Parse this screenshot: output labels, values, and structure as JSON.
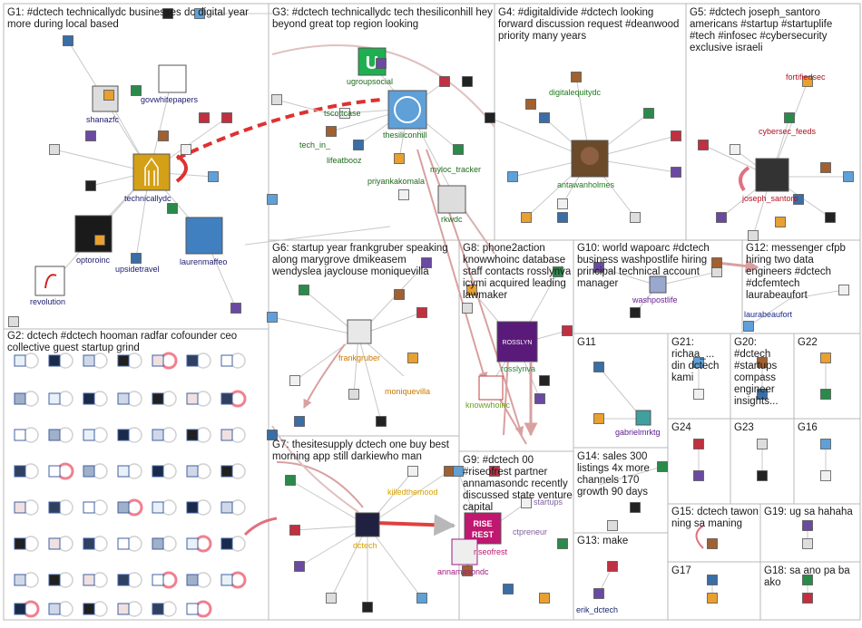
{
  "groups": [
    {
      "id": "G1",
      "label": "G1: #dctech technicallydc businesses dc digital year more during local based"
    },
    {
      "id": "G2",
      "label": "G2: dctech #dctech hooman radfar cofounder ceo collective guest startup grind"
    },
    {
      "id": "G3",
      "label": "G3: #dctech technicallydc tech thesiliconhill hey beyond great top region looking"
    },
    {
      "id": "G4",
      "label": "G4: #digitaldivide #dctech looking forward discussion request #deanwood priority many years"
    },
    {
      "id": "G5",
      "label": "G5: #dctech joseph_santoro americans #startup #startuplife #tech #infosec #cybersecurity exclusive israeli"
    },
    {
      "id": "G6",
      "label": "G6: startup year frankgruber speaking along marygrove dmikeasem wendyslea jayclouse moniquevilla"
    },
    {
      "id": "G7",
      "label": "G7: thesitesupply dctech one buy best morning app still darkiewho man"
    },
    {
      "id": "G8",
      "label": "G8: phone2action knowwhoinc database staff contacts rosslynva icymi acquired leading lawmaker"
    },
    {
      "id": "G9",
      "label": "G9: #dctech 00 #riseofrest partner annamasondc recently discussed state venture capital"
    },
    {
      "id": "G10",
      "label": "G10: world wapoarc #dctech business washpostlife hiring principal technical account manager"
    },
    {
      "id": "G11",
      "label": "G11"
    },
    {
      "id": "G12",
      "label": "G12: messenger cfpb hiring two data engineers #dctech #dcfemtech laurabeaufort"
    },
    {
      "id": "G13",
      "label": "G13: make"
    },
    {
      "id": "G14",
      "label": "G14: sales 300 listings 4x more channels 170 growth 90 days"
    },
    {
      "id": "G15",
      "label": "G15: dctech tawon ning sa maning"
    },
    {
      "id": "G16",
      "label": "G16"
    },
    {
      "id": "G17",
      "label": "G17"
    },
    {
      "id": "G18",
      "label": "G18: sa ano pa ba ako"
    },
    {
      "id": "G19",
      "label": "G19: ug sa hahaha"
    },
    {
      "id": "G20",
      "label": "G20: #dctech #startups compass engineer insights..."
    },
    {
      "id": "G21",
      "label": "G21: richaa_... din dctech kami"
    },
    {
      "id": "G22",
      "label": "G22"
    },
    {
      "id": "G23",
      "label": "G23"
    },
    {
      "id": "G24",
      "label": "G24"
    }
  ],
  "nodes": [
    {
      "name": "shanazfc",
      "color": "#1a1a6e"
    },
    {
      "name": "govwhitepapers",
      "color": "#1a1a6e"
    },
    {
      "name": "technicallydc",
      "color": "#1a1a6e"
    },
    {
      "name": "optoroinc",
      "color": "#1a1a6e"
    },
    {
      "name": "upsidetravel",
      "color": "#1a1a6e"
    },
    {
      "name": "laurenmaffeo",
      "color": "#1a1a6e"
    },
    {
      "name": "revolution",
      "color": "#1a1a6e"
    },
    {
      "name": "ugroupsocial",
      "color": "#1e6b1e"
    },
    {
      "name": "tscottcase",
      "color": "#1e6b1e"
    },
    {
      "name": "tech_in_",
      "color": "#1e6b1e"
    },
    {
      "name": "lifeatbooz",
      "color": "#1e6b1e"
    },
    {
      "name": "thesiliconhill",
      "color": "#1e6b1e"
    },
    {
      "name": "priyankakomala",
      "color": "#1e6b1e"
    },
    {
      "name": "myloc_tracker",
      "color": "#1e6b1e"
    },
    {
      "name": "rkwdc",
      "color": "#1e6b1e"
    },
    {
      "name": "digitalequitydc",
      "color": "#1e7a1e"
    },
    {
      "name": "antawanholmes",
      "color": "#1e7a1e"
    },
    {
      "name": "fortifiedsec",
      "color": "#b01020"
    },
    {
      "name": "cybersec_feeds",
      "color": "#b01020"
    },
    {
      "name": "joseph_santoro",
      "color": "#b01020"
    },
    {
      "name": "frankgruber",
      "color": "#c87800"
    },
    {
      "name": "moniquevilla",
      "color": "#c87800"
    },
    {
      "name": "rosslynva",
      "color": "#1e8a3a"
    },
    {
      "name": "knowwhoinc",
      "color": "#6aa020"
    },
    {
      "name": "washpostlife",
      "color": "#6a2090"
    },
    {
      "name": "laurabeaufort",
      "color": "#1a2a8a"
    },
    {
      "name": "gabrielmrktg",
      "color": "#5a1a8a"
    },
    {
      "name": "killedthemood",
      "color": "#d8a000"
    },
    {
      "name": "dctech",
      "color": "#d8a000"
    },
    {
      "name": "riseofrest",
      "color": "#c01870"
    },
    {
      "name": "annamasondc",
      "color": "#a01880"
    },
    {
      "name": "startups",
      "color": "#8060a0"
    },
    {
      "name": "ctpreneur",
      "color": "#8060a0"
    },
    {
      "name": "erik_dctech",
      "color": "#1a2a6e"
    }
  ]
}
